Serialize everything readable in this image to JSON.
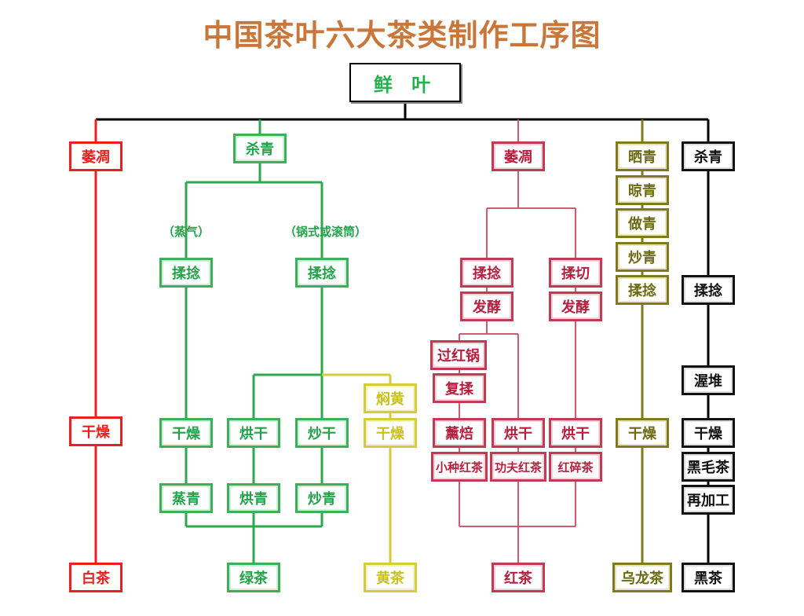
{
  "title": "中国茶叶六大茶类制作工序图",
  "root": "鲜 叶",
  "colors": {
    "white_tea": "#e8201f",
    "green_tea": "#22a34a",
    "yellow_tea": "#d4cc38",
    "black_tea": "#c33a55",
    "oolong": "#807a1e",
    "dark_tea": "#111111"
  },
  "white_tea": {
    "wither": "萎凋",
    "dry": "干燥",
    "product": "白茶"
  },
  "green_tea": {
    "fix": "杀青",
    "steam_label": "（蒸气）",
    "pan_label": "（锅式或滚筒）",
    "roll_steam": "揉捻",
    "roll_pan": "揉捻",
    "dry": "干燥",
    "bake": "烘干",
    "fry": "炒干",
    "steamed": "蒸青",
    "baked": "烘青",
    "fried": "炒青",
    "product": "绿茶"
  },
  "yellow_tea": {
    "smother": "焖黄",
    "dry": "干燥",
    "product": "黄茶"
  },
  "black_tea": {
    "wither": "萎凋",
    "roll": "揉捻",
    "cut": "揉切",
    "ferment_a": "发酵",
    "ferment_b": "发酵",
    "red_pan": "过红锅",
    "reroll": "复揉",
    "smoke": "薰焙",
    "bake_a": "烘干",
    "bake_b": "烘干",
    "souchong": "小种红茶",
    "gongfu": "功夫红茶",
    "broken": "红碎茶",
    "product": "红茶"
  },
  "oolong": {
    "sun": "晒青",
    "cool": "晾青",
    "make": "做青",
    "fry": "炒青",
    "roll": "揉捻",
    "dry": "干燥",
    "product": "乌龙茶"
  },
  "dark_tea": {
    "fix": "杀青",
    "roll": "揉捻",
    "pile": "渥堆",
    "dry": "干燥",
    "raw": "黑毛茶",
    "reprocess": "再加工",
    "product": "黑茶"
  }
}
